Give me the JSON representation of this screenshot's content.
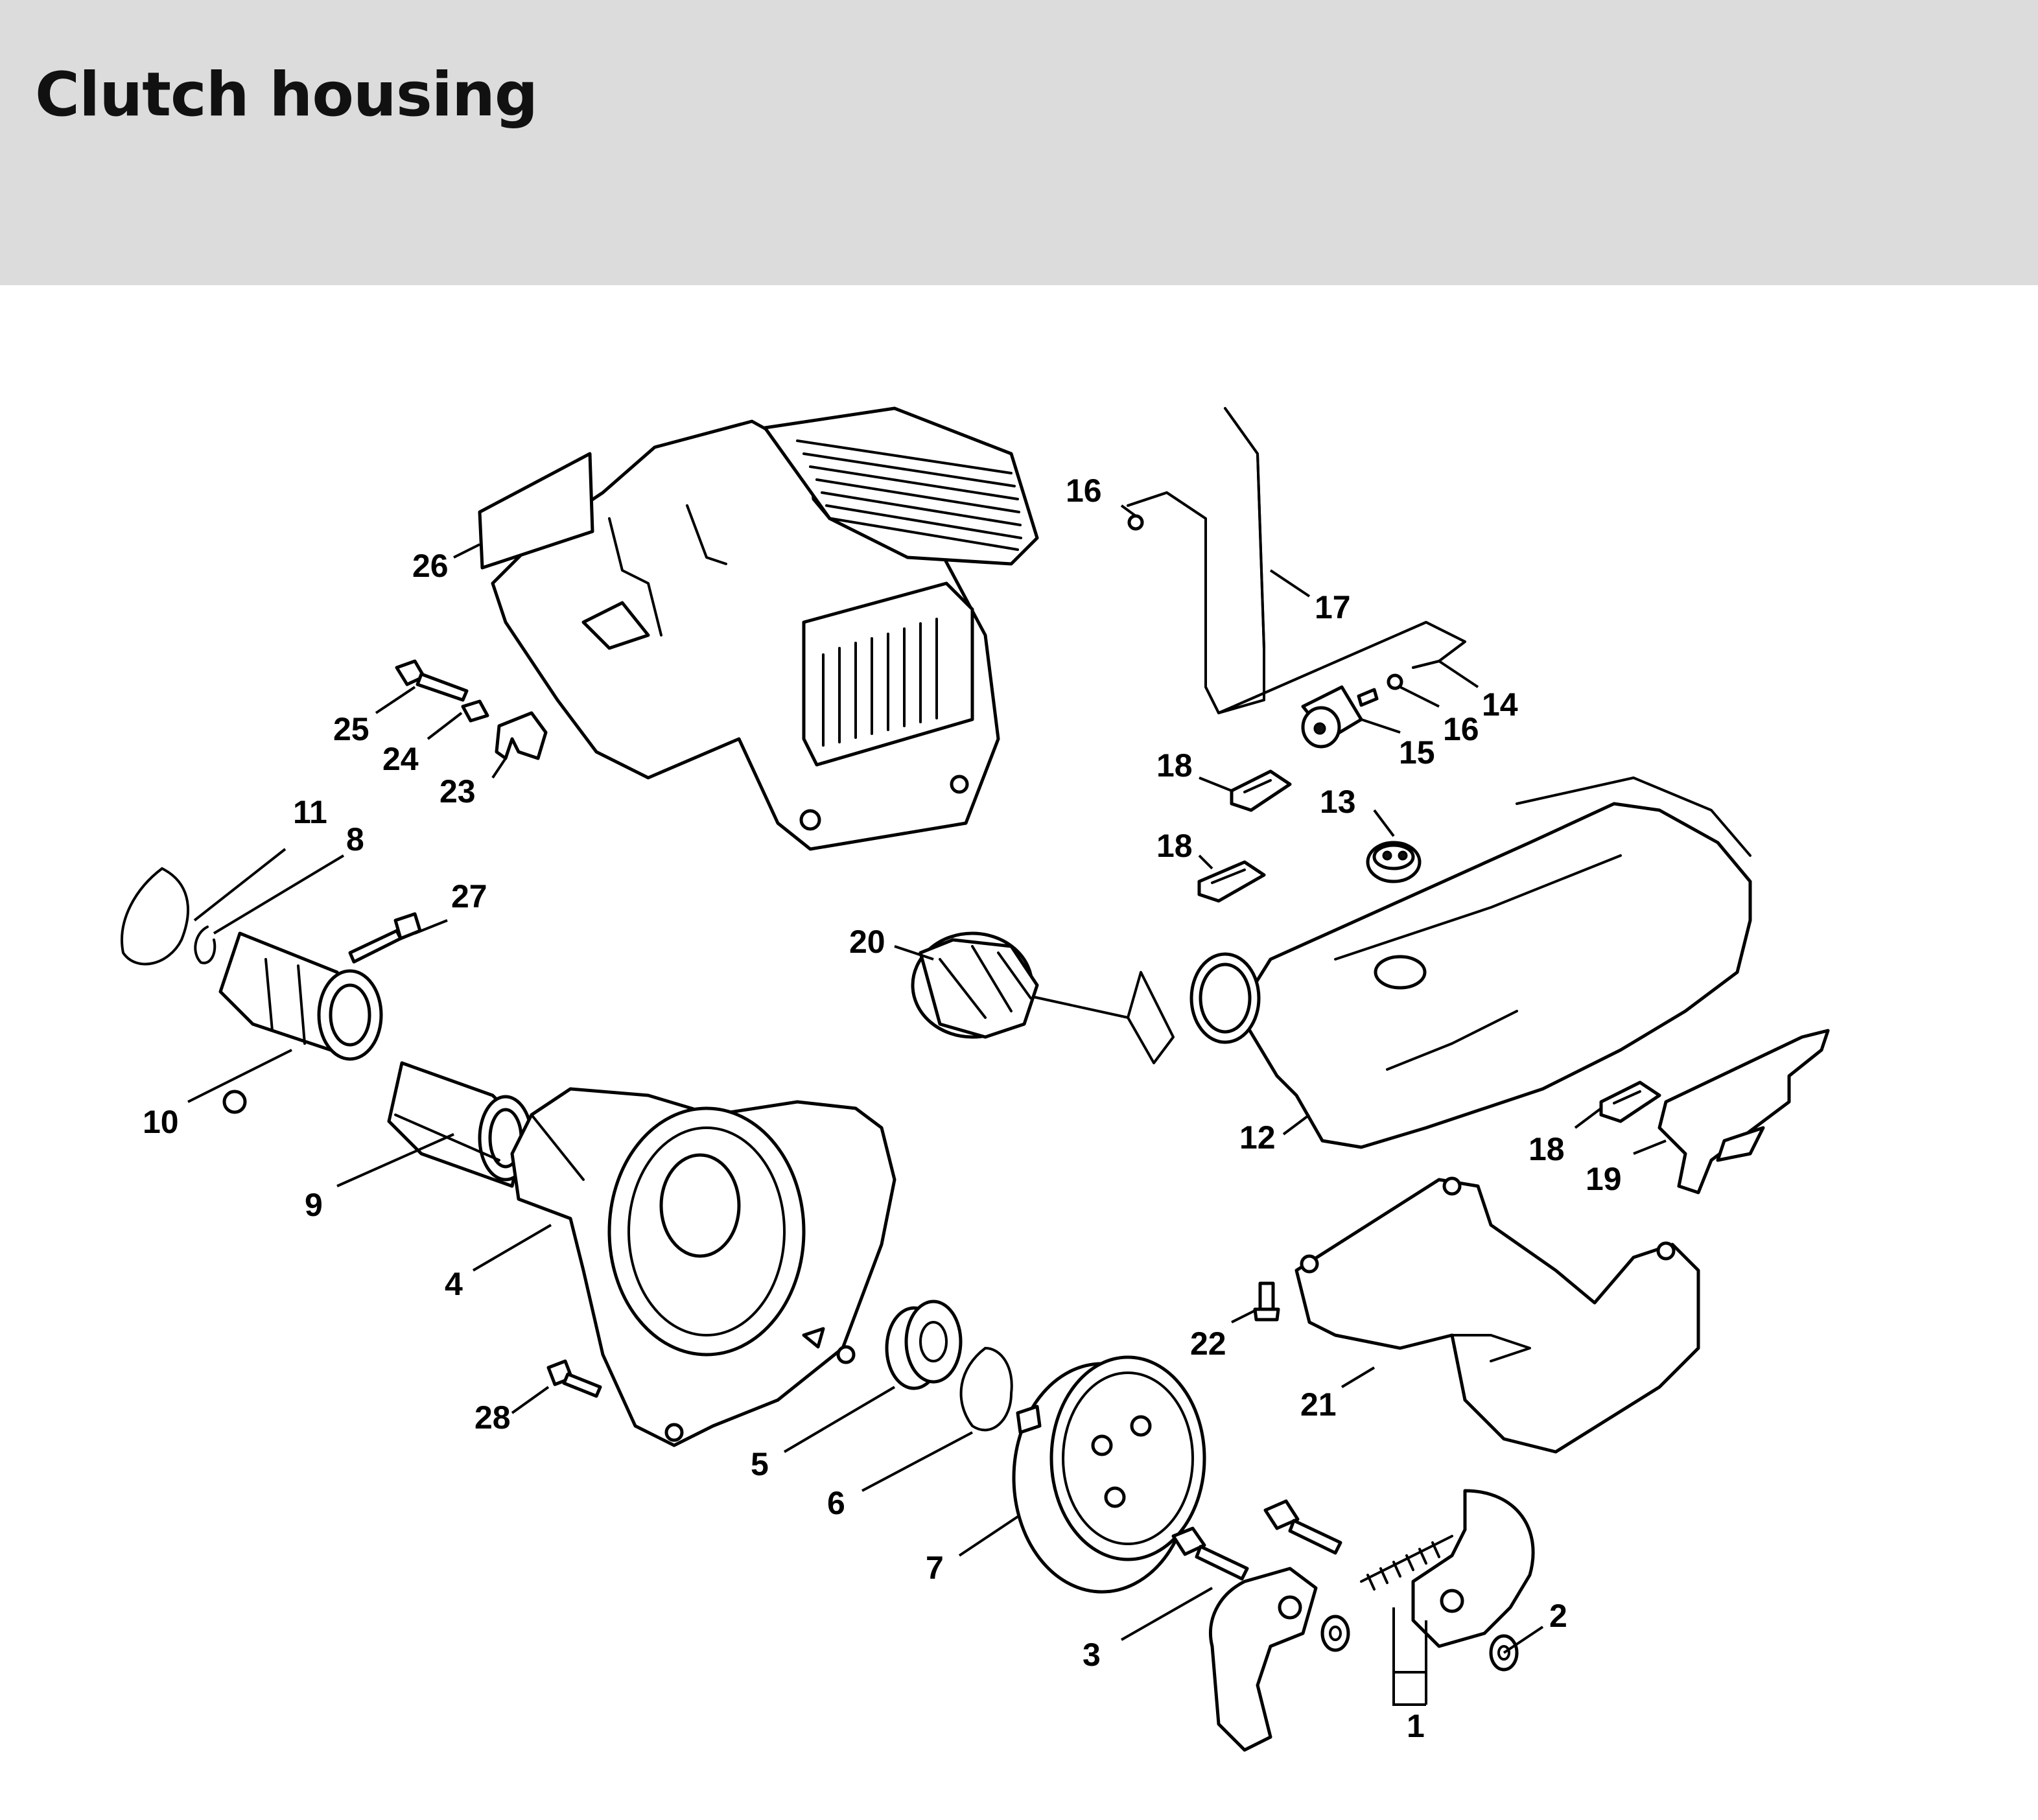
{
  "page": {
    "title": "Clutch housing"
  },
  "colors": {
    "header_background": "#dcdcdc",
    "line_art": "#000000",
    "background": "#ffffff"
  },
  "callouts": [
    {
      "id": "1",
      "label": "1"
    },
    {
      "id": "2",
      "label": "2"
    },
    {
      "id": "3",
      "label": "3"
    },
    {
      "id": "4",
      "label": "4"
    },
    {
      "id": "5",
      "label": "5"
    },
    {
      "id": "6",
      "label": "6"
    },
    {
      "id": "7",
      "label": "7"
    },
    {
      "id": "8",
      "label": "8"
    },
    {
      "id": "9",
      "label": "9"
    },
    {
      "id": "10",
      "label": "10"
    },
    {
      "id": "11",
      "label": "11"
    },
    {
      "id": "12",
      "label": "12"
    },
    {
      "id": "13",
      "label": "13"
    },
    {
      "id": "14",
      "label": "14"
    },
    {
      "id": "15",
      "label": "15"
    },
    {
      "id": "16",
      "label": "16"
    },
    {
      "id": "17",
      "label": "17"
    },
    {
      "id": "18",
      "label": "18"
    },
    {
      "id": "19",
      "label": "19"
    },
    {
      "id": "20",
      "label": "20"
    },
    {
      "id": "21",
      "label": "21"
    },
    {
      "id": "22",
      "label": "22"
    },
    {
      "id": "23",
      "label": "23"
    },
    {
      "id": "24",
      "label": "24"
    },
    {
      "id": "25",
      "label": "25"
    },
    {
      "id": "26",
      "label": "26"
    },
    {
      "id": "27",
      "label": "27"
    },
    {
      "id": "28",
      "label": "28"
    }
  ]
}
